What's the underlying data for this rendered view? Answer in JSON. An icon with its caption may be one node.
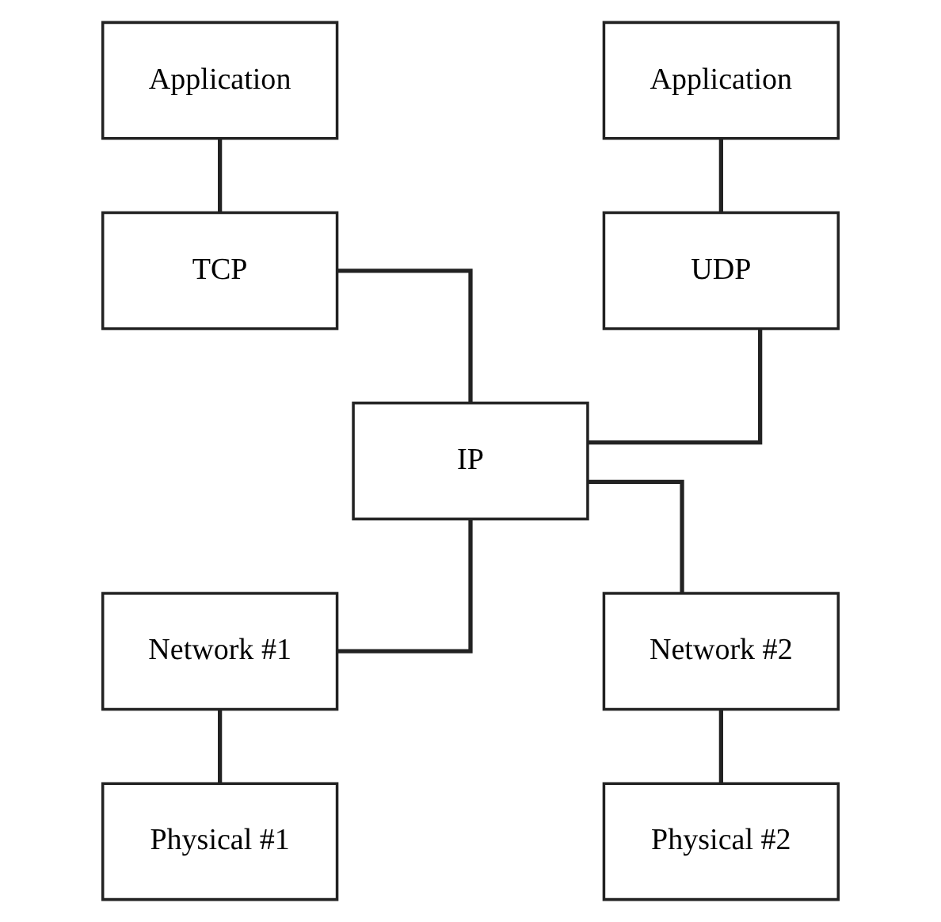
{
  "diagram": {
    "nodes": [
      {
        "text": [
          "Application"
        ]
      },
      {
        "text": [
          "Application"
        ]
      },
      {
        "text": [
          "TCP"
        ]
      },
      {
        "text": [
          "UDP"
        ]
      },
      {
        "text": [
          "IP"
        ]
      },
      {
        "text": [
          "Network #1"
        ]
      },
      {
        "text": [
          "Network #2"
        ]
      },
      {
        "text": [
          "Physical #1"
        ]
      },
      {
        "text": [
          "Physical #2"
        ]
      }
    ],
    "edges": [
      {
        "from": 0,
        "to": 2,
        "arrow": "none"
      },
      {
        "from": 1,
        "to": 3,
        "arrow": "none"
      },
      {
        "from": 2,
        "to": 4,
        "arrow": "none"
      },
      {
        "from": 3,
        "to": 4,
        "arrow": "none"
      },
      {
        "from": 4,
        "to": 5,
        "arrow": "none"
      },
      {
        "from": 4,
        "to": 6,
        "arrow": "none"
      },
      {
        "from": 5,
        "to": 7,
        "arrow": "none"
      },
      {
        "from": 6,
        "to": 8,
        "arrow": "none"
      }
    ]
  }
}
